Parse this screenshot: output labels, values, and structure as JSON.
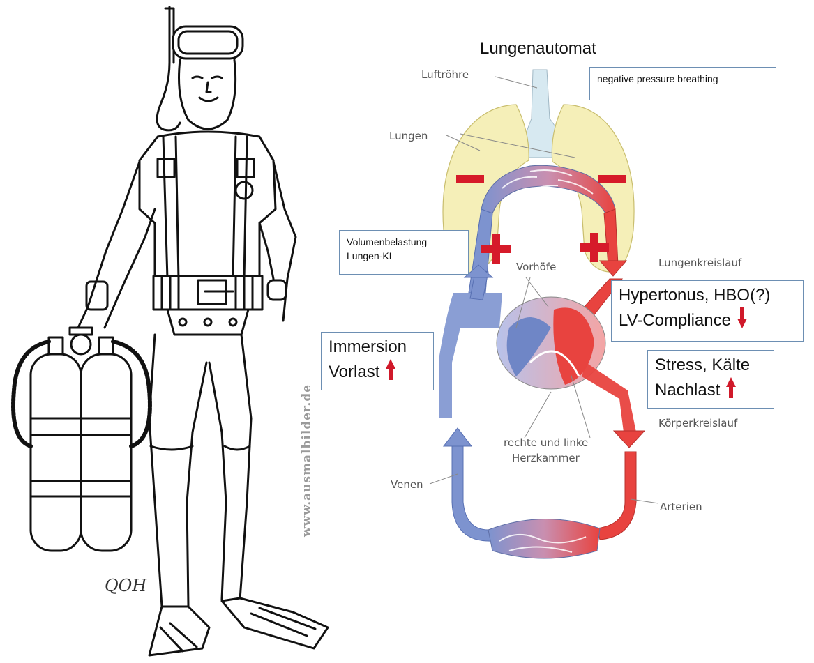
{
  "title": "Lungenautomat",
  "boxes": {
    "negative_pressure": "negative pressure breathing",
    "volumenbelastung_line1": "Volumenbelastung",
    "volumenbelastung_line2": "Lungen-KL",
    "hypertonus_line1": "Hypertonus, HBO(?)",
    "hypertonus_line2": "LV-Compliance",
    "immersion_line1": "Immersion",
    "immersion_line2": "Vorlast",
    "stress_line1": "Stress, Kälte",
    "stress_line2": "Nachlast"
  },
  "labels": {
    "luftroehre": "Luftröhre",
    "lungen": "Lungen",
    "vorhoefe": "Vorhöfe",
    "lungenkreislauf": "Lungenkreislauf",
    "koerperkreislauf": "Körperkreislauf",
    "herzkammer_line1": "rechte und linke",
    "herzkammer_line2": "Herzkammer",
    "venen": "Venen",
    "arterien": "Arterien"
  },
  "watermark": "www.ausmalbilder.de",
  "signature": "QOH",
  "symbols": {
    "lung_pressure": "minus-sign",
    "circulation_pressure": "plus-sign",
    "increase": "up-arrow",
    "decrease": "down-arrow"
  },
  "colors": {
    "box_border": "#6d8fb3",
    "arterial_red": "#e8433f",
    "venous_blue": "#7d93cf",
    "lung_yellow": "#f5efb8",
    "trachea_blue": "#d7e9f1",
    "sign_red": "#d61b2a",
    "arrow_red": "#d0192a"
  }
}
